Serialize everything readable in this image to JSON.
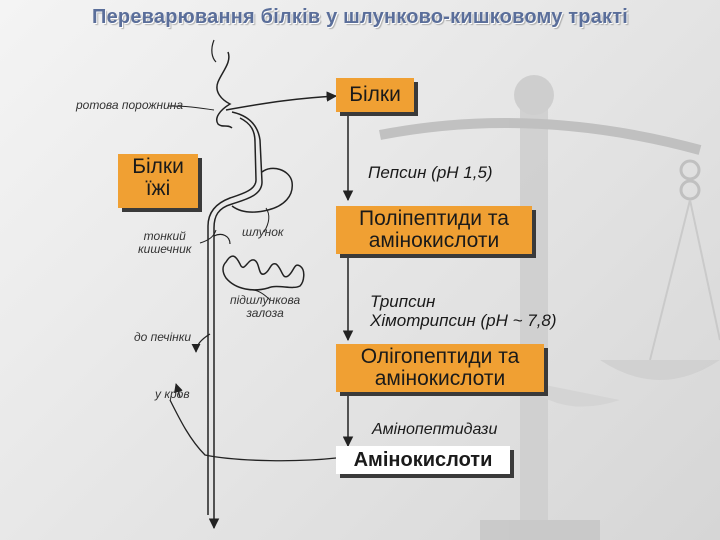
{
  "title": "Переварювання білків у шлунково-кишковому тракті",
  "organs": {
    "mouth": "ротова порожнина",
    "food_proteins": [
      "Білки",
      "їжі"
    ],
    "stomach": "шлунок",
    "small_intestine": [
      "тонкий",
      "кишечник"
    ],
    "pancreas": [
      "підшлункова",
      "залоза"
    ],
    "to_liver": "до печінки",
    "to_blood": "у кров"
  },
  "flow": {
    "proteins": "Білки",
    "enzyme1": "Пепсин (рН 1,5)",
    "product1": [
      "Поліпептиди та",
      "амінокислоти"
    ],
    "enzyme2": [
      "Трипсин",
      "Хімотрипсин (рН ~ 7,8)"
    ],
    "product2": [
      "Олігопептиди та",
      "амінокислоти"
    ],
    "enzyme3": "Амінопептидази",
    "final_product": "Амінокислоти"
  },
  "colors": {
    "box_fill": "#f0a033",
    "final_box_fill": "#ffffff",
    "title": "#5a6e9a"
  }
}
